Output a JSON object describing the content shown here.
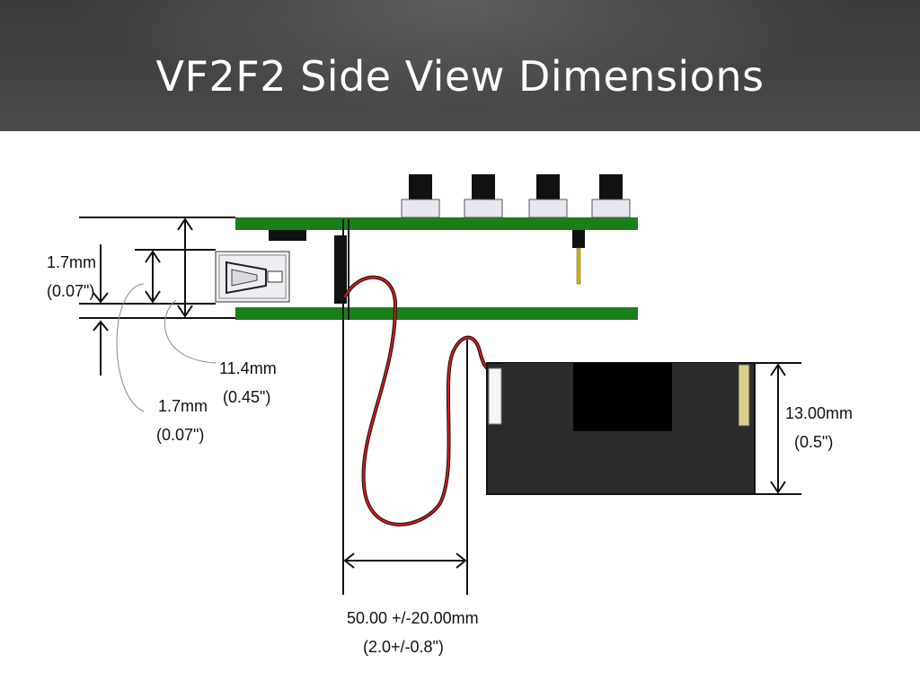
{
  "slide": {
    "title": "VF2F2 Side View Dimensions"
  },
  "diagram": {
    "labels": {
      "gap_top_mm": "1.7mm",
      "gap_top_in": "(0.07\")",
      "height_mm": "11.4mm",
      "height_in": "(0.45\")",
      "gap_bottom_mm": "1.7mm",
      "gap_bottom_in": "(0.07\")",
      "battery_height_mm": "13.00mm",
      "battery_height_in": "(0.5\")",
      "cable_length_mm": "50.00 +/-20.00mm",
      "cable_length_in": "(2.0+/-0.8\")"
    },
    "colors": {
      "pcb_green": "#1a7f1a",
      "wire_red": "#e01818",
      "wire_black": "#111111",
      "battery_body": "#2b2b2b",
      "button_cap": "#e6e8ef"
    }
  }
}
